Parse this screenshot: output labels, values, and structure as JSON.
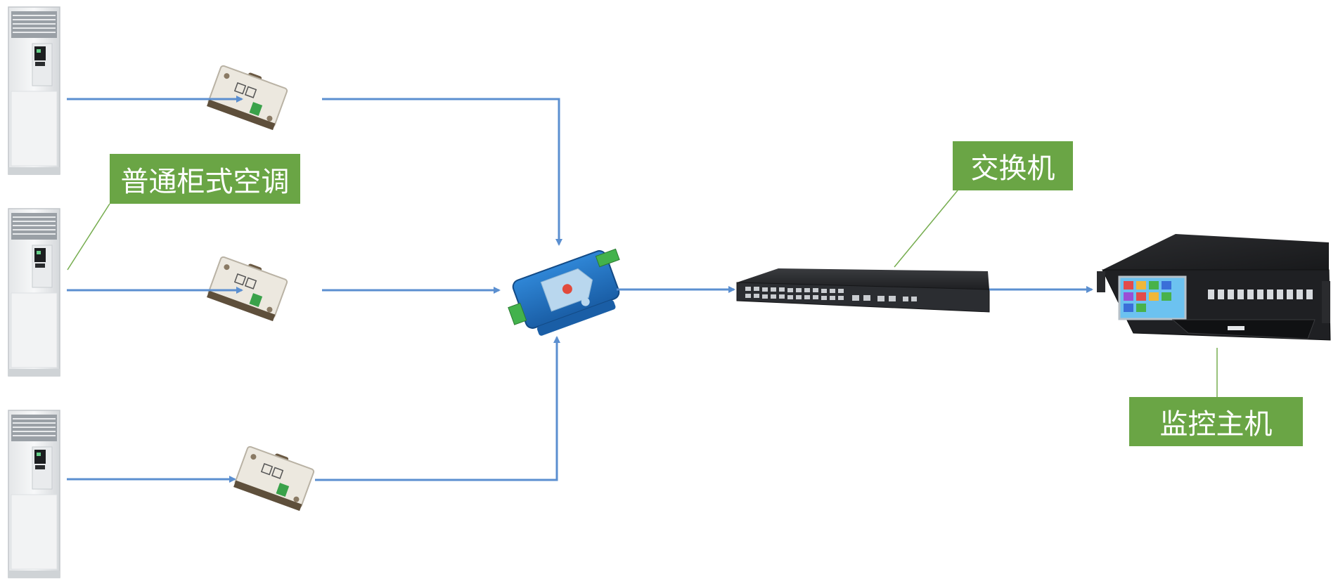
{
  "colors": {
    "arrow": "#5b8fd0",
    "label_bg": "#6aa545",
    "label_text": "#ffffff",
    "leader_line": "#76ad4f"
  },
  "labels": {
    "air_conditioner": "普通柜式空调",
    "switch": "交换机",
    "monitor_host": "监控主机"
  },
  "nodes": {
    "air_conditioners": [
      "air-conditioner-1",
      "air-conditioner-2",
      "air-conditioner-3"
    ],
    "ir_controllers": [
      "ir-controller-1",
      "ir-controller-2",
      "ir-controller-3"
    ],
    "converter": "rs485-converter-icon",
    "switch": "network-switch-icon",
    "host": "monitor-host-icon"
  }
}
